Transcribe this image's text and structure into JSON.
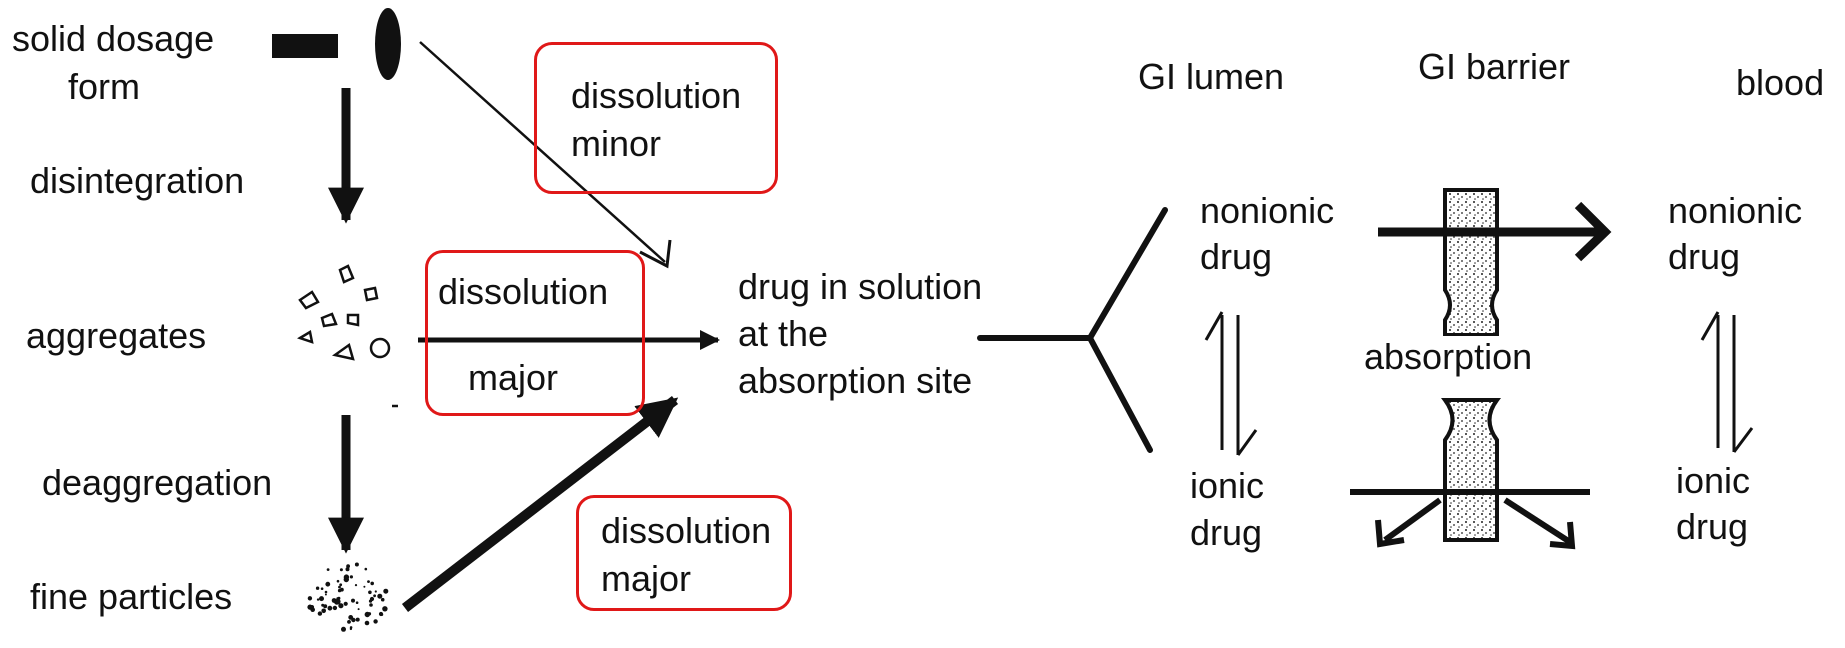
{
  "left_stages": {
    "solid_form_line1": "solid dosage",
    "solid_form_line2": "form",
    "disintegration": "disintegration",
    "aggregates": "aggregates",
    "deaggregation": "deaggregation",
    "fine_particles": "fine particles"
  },
  "dissolution_boxes": {
    "top": {
      "line1": "dissolution",
      "line2": "minor"
    },
    "middle": {
      "line1": "dissolution",
      "line2": "major"
    },
    "bottom": {
      "line1": "dissolution",
      "line2": "major"
    }
  },
  "solution": {
    "line1": "drug in solution",
    "line2": "at the",
    "line3": "absorption site"
  },
  "columns": {
    "lumen": "GI lumen",
    "barrier": "GI barrier",
    "blood": "blood"
  },
  "lumen_species": {
    "nonionic_line1": "nonionic",
    "nonionic_line2": "drug",
    "ionic_line1": "ionic",
    "ionic_line2": "drug"
  },
  "barrier_label": "absorption",
  "blood_species": {
    "nonionic_line1": "nonionic",
    "nonionic_line2": "drug",
    "ionic_line1": "ionic",
    "ionic_line2": "drug"
  },
  "colors": {
    "box_border": "#e01818",
    "ink": "#111111"
  }
}
